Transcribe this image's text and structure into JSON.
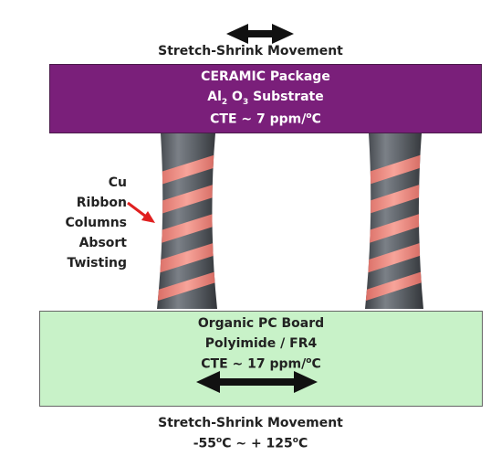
{
  "top_caption": "Stretch-Shrink Movement",
  "ceramic": {
    "line1": "CERAMIC Package",
    "line2_a": "Al",
    "line2_sub1": "2",
    "line2_b": " O",
    "line2_sub2": "3",
    "line2_c": " Substrate",
    "line3_a": "CTE ~ 7 ppm/",
    "line3_sup": "o",
    "line3_b": "C",
    "color": "#7a1f7a"
  },
  "side_label": [
    "Cu",
    "Ribbon",
    "Columns",
    "Absort",
    "Twisting"
  ],
  "board": {
    "line1": "Organic PC Board",
    "line2": "Polyimide / FR4",
    "line3_a": "CTE ~ 17 ppm/",
    "line3_sup": "o",
    "line3_b": "C",
    "color": "#c8f2c8"
  },
  "bottom_caption": "Stretch-Shrink Movement",
  "temp_a": "-55",
  "temp_sup1": "o",
  "temp_b": "C ~ + 125",
  "temp_sup2": "o",
  "temp_c": "C",
  "column_colors": {
    "body": "#555a60",
    "ribbon": "#f08a80"
  }
}
